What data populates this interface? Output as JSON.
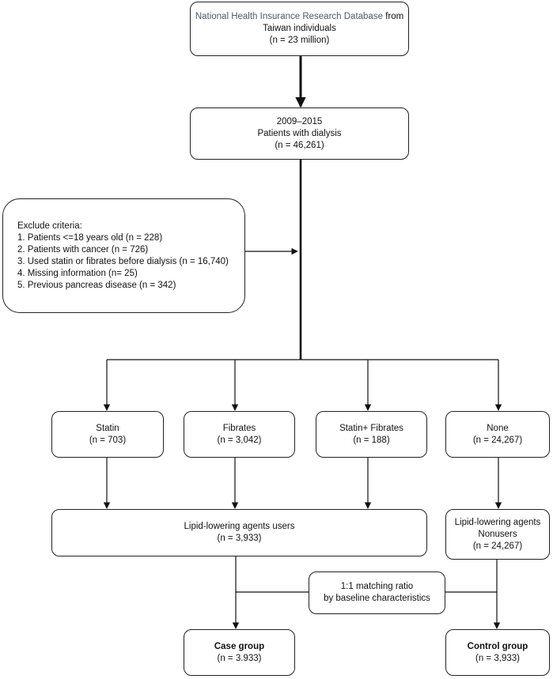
{
  "source": {
    "database": "National Health Insurance Research Database",
    "from": "from",
    "line2": "Taiwan individuals",
    "n": "(n = 23 million)"
  },
  "dialysis": {
    "years": "2009–2015",
    "label": "Patients with dialysis",
    "n": "(n = 46,261)"
  },
  "exclude": {
    "title": "Exclude criteria:",
    "items": [
      "1. Patients <=18 years old (n = 228)",
      "2. Patients with cancer (n = 726)",
      "3. Used statin or fibrates before dialysis (n = 16,740)",
      "4. Missing information (n=  25)",
      "5. Previous pancreas disease (n = 342)"
    ]
  },
  "groups": [
    {
      "label": "Statin",
      "n": "(n = 703)"
    },
    {
      "label": "Fibrates",
      "n": "(n = 3,042)"
    },
    {
      "label": "Statin+ Fibrates",
      "n": "(n = 188)"
    },
    {
      "label": "None",
      "n": "(n = 24,267)"
    }
  ],
  "users": {
    "label": "Lipid-lowering agents users",
    "n": "(n = 3,933)"
  },
  "nonusers": {
    "line1": "Lipid-lowering agents",
    "line2": "Nonusers",
    "n": "(n = 24,267)"
  },
  "matching": {
    "line1": "1:1 matching ratio",
    "line2": "by baseline characteristics"
  },
  "case": {
    "label": "Case group",
    "n": "(n = 3.933)"
  },
  "control": {
    "label": "Control group",
    "n": "(n = 3,933)"
  }
}
